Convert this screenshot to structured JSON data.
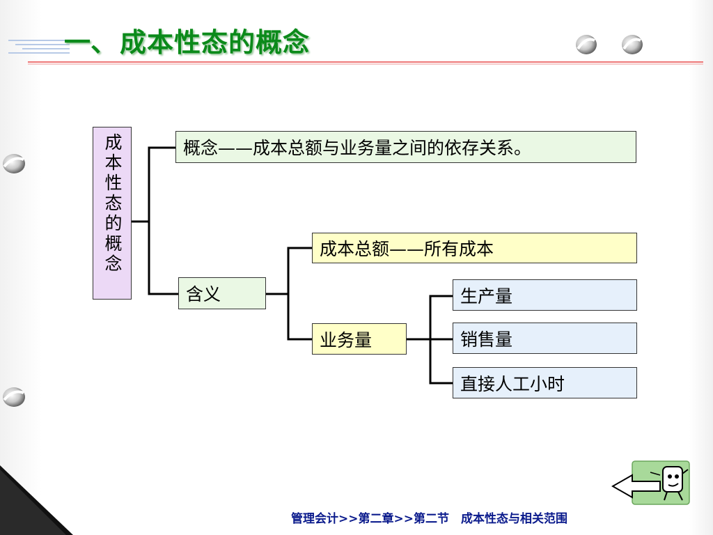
{
  "title": {
    "text": "成本性态的概念",
    "prefix": "一、"
  },
  "diagram": {
    "root": "成本性态的概念",
    "concept": "概念——成本总额与业务量之间的依存关系。",
    "meaning": "含义",
    "total_cost": "成本总额——所有成本",
    "volume": "业务量",
    "volume_items": [
      "生产量",
      "销售量",
      "直接人工小时"
    ]
  },
  "footer": {
    "text": "管理会计>>第二章>>第二节　成本性态与相关范围"
  },
  "colors": {
    "title": "#0b8a1a",
    "footer": "#0a1a8c",
    "root_box": "#ecd9f6",
    "concept_box": "#eaf8e4",
    "yellow_box": "#ffffc8",
    "blue_box": "#e6f0fb"
  },
  "icons": [
    "ring-bullet-icon",
    "back-arrow-icon",
    "cartoon-mascot-icon"
  ]
}
